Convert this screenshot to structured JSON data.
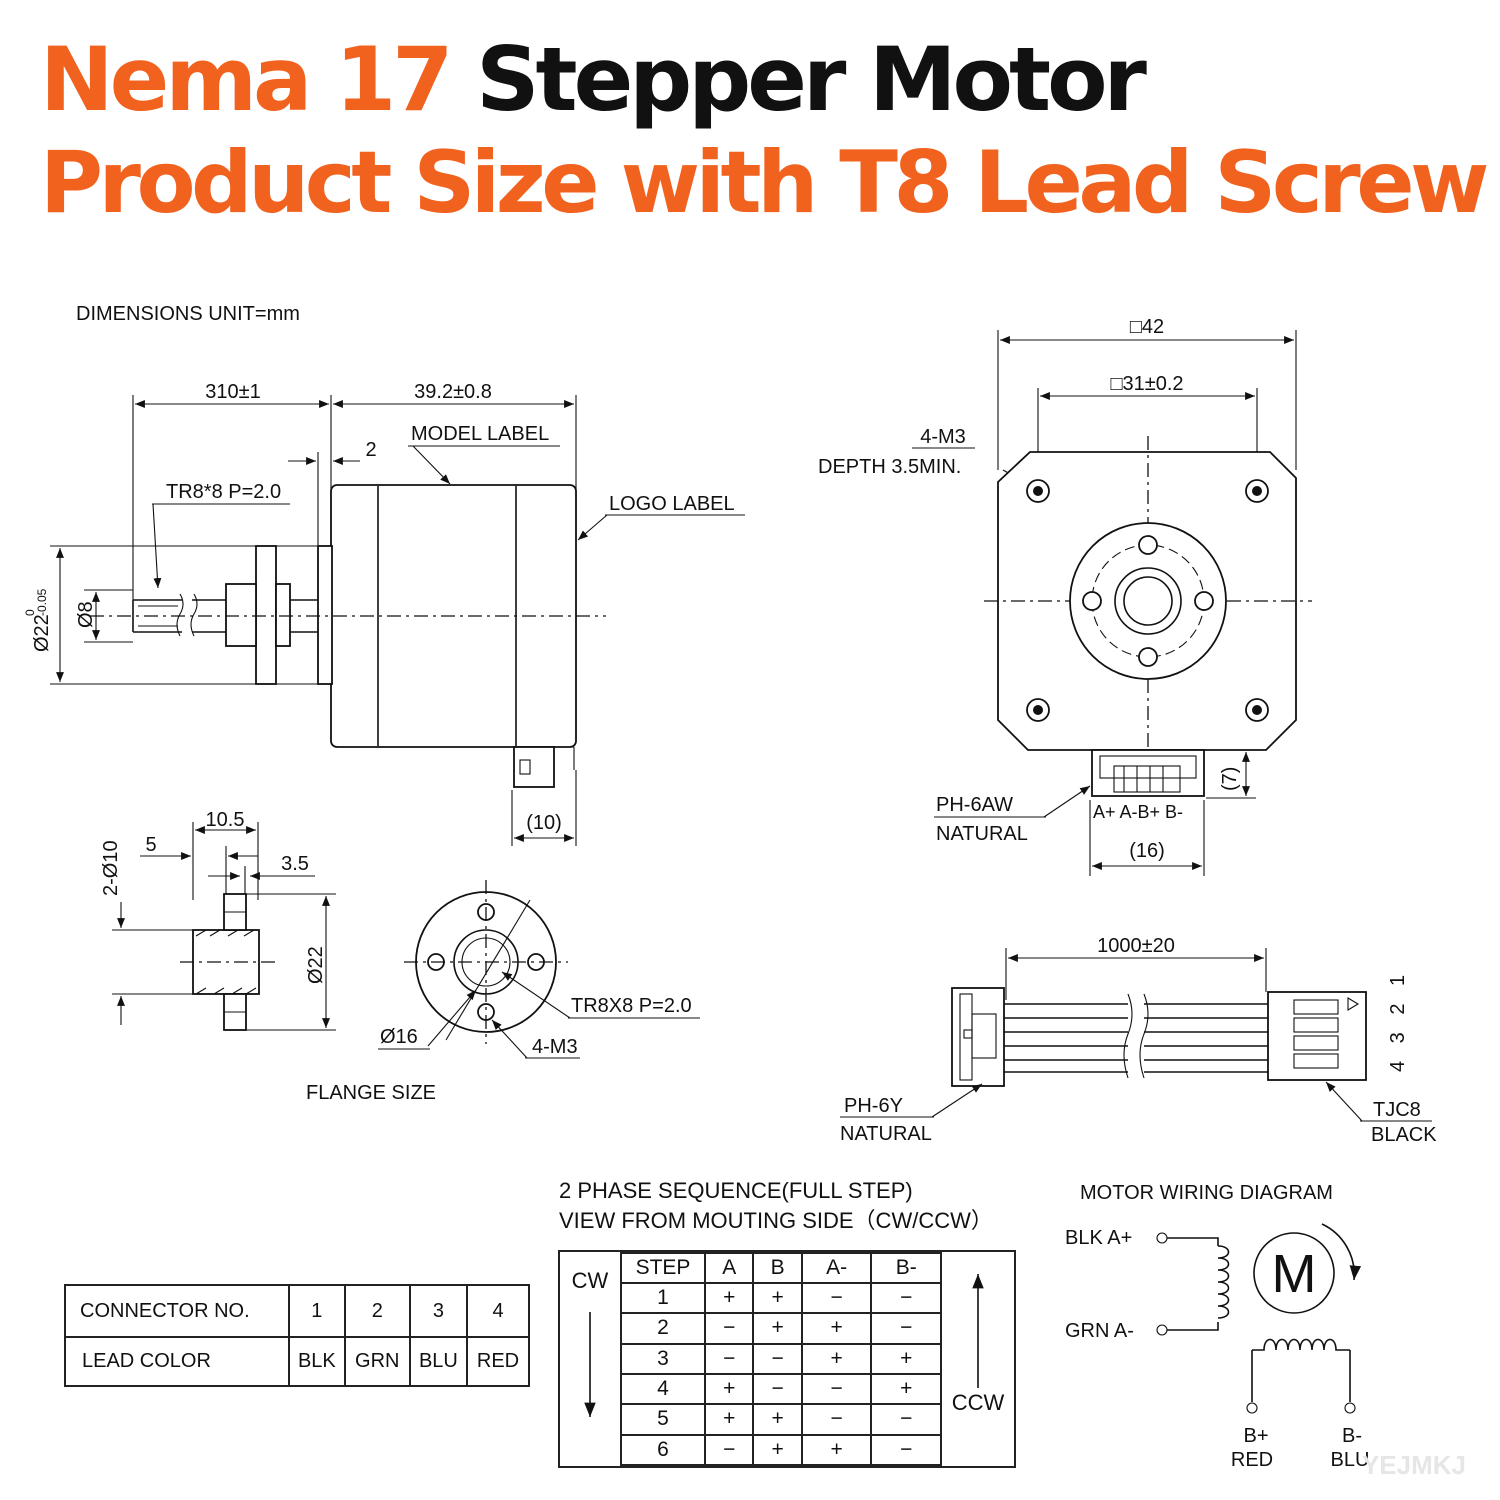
{
  "title": {
    "line1_brand": "Nema 17",
    "line1_rest": "Stepper Motor",
    "line2": "Product Size with T8 Lead Screw",
    "brand_color": "#f2621f"
  },
  "side_view": {
    "unit_note": "DIMENSIONS UNIT=mm",
    "screw_length": "310±1",
    "body_length": "39.2±0.8",
    "boss_length": "2",
    "model_label": "MODEL LABEL",
    "logo_label": "LOGO LABEL",
    "thread_spec": "TR8*8 P=2.0",
    "boss_diameter": "Ø22",
    "boss_tolerance_upper": "0",
    "boss_tolerance_lower": "-0.05",
    "screw_diameter": "Ø8",
    "connector_depth": "(10)"
  },
  "front_view": {
    "body_square": "□42",
    "hole_spacing": "□31±0.2",
    "mount_holes": "4-M3",
    "hole_depth": "DEPTH 3.5MIN.",
    "connector_model": "PH-6AW",
    "connector_color": "NATURAL",
    "pin_labels": "A+  A-B+  B-",
    "connector_width": "(16)",
    "connector_height": "(7)"
  },
  "flange": {
    "width": "10.5",
    "step": "5",
    "flange_thickness": "3.5",
    "pin_holes": "2-Ø10",
    "outer_diameter": "Ø22",
    "inner_diameter": "Ø16",
    "screw_holes": "4-M3",
    "thread_spec": "TR8X8 P=2.0",
    "caption": "FLANGE SIZE"
  },
  "cable": {
    "length": "1000±20",
    "left_connector_model": "PH-6Y",
    "left_connector_color": "NATURAL",
    "right_connector_model": "TJC8",
    "right_connector_color": "BLACK",
    "pin_numbers": "4 3 2 1"
  },
  "connector_table": {
    "row1_header": "CONNECTOR NO.",
    "row2_header": "LEAD COLOR",
    "numbers": [
      "1",
      "2",
      "3",
      "4"
    ],
    "colors": [
      "BLK",
      "GRN",
      "BLU",
      "RED"
    ]
  },
  "phase_sequence": {
    "title_line1": "2 PHASE SEQUENCE(FULL STEP)",
    "title_line2": "VIEW FROM MOUTING SIDE（CW/CCW）",
    "cw": "CW",
    "ccw": "CCW",
    "headers": [
      "STEP",
      "A",
      "B",
      "A-",
      "B-"
    ],
    "rows": [
      [
        "1",
        "+",
        "+",
        "−",
        "−"
      ],
      [
        "2",
        "−",
        "+",
        "+",
        "−"
      ],
      [
        "3",
        "−",
        "−",
        "+",
        "+"
      ],
      [
        "4",
        "+",
        "−",
        "−",
        "+"
      ],
      [
        "5",
        "+",
        "+",
        "−",
        "−"
      ],
      [
        "6",
        "−",
        "+",
        "+",
        "−"
      ]
    ]
  },
  "wiring": {
    "title": "MOTOR WIRING  DIAGRAM",
    "blk": "BLK  A+",
    "grn": "GRN  A-",
    "motor_symbol": "M",
    "b_plus": "B+",
    "b_plus_color": "RED",
    "b_minus": "B-",
    "b_minus_color": "BLU"
  },
  "watermark": "YEJMKJ"
}
